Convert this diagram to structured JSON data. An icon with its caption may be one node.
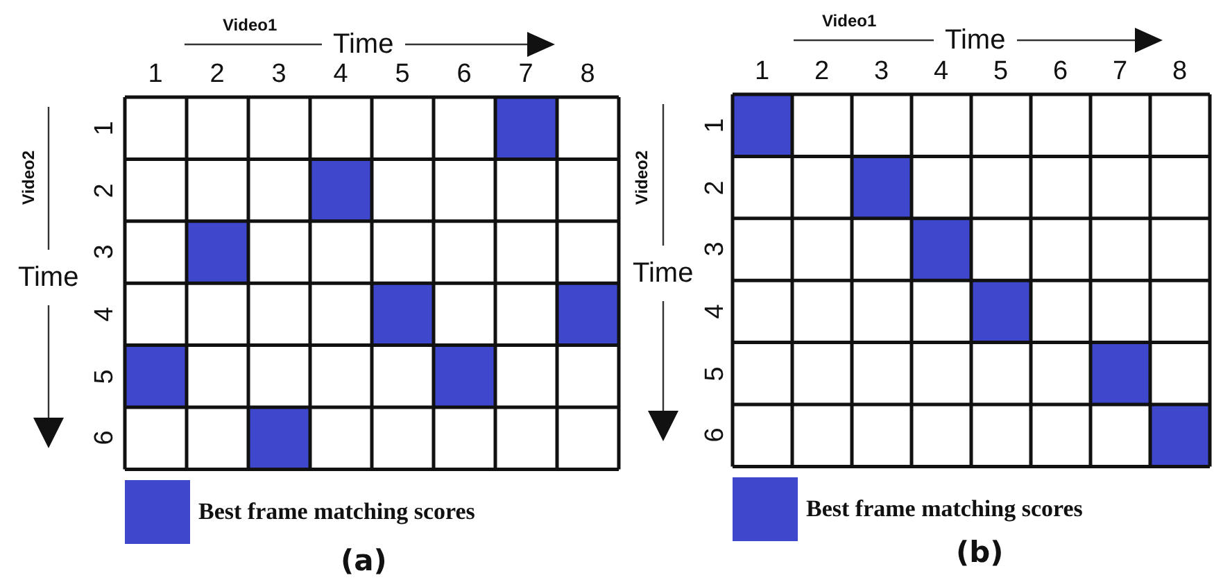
{
  "diagram": {
    "labels": [
      "Video1",
      "Time",
      "1",
      "2",
      "3",
      "4",
      "5",
      "6",
      "7",
      "8",
      "Video2",
      "Time",
      "1",
      "2",
      "3",
      "4",
      "5",
      "6",
      "(a)",
      "Video1",
      "Time",
      "1",
      "2",
      "3",
      "4",
      "5",
      "6",
      "7",
      "8",
      "Video2",
      "Time",
      "1",
      "2",
      "3",
      "4",
      "5",
      "6",
      "(b)"
    ],
    "legend": [
      {
        "text": "Best frame matching scores",
        "color": "#3f48cc"
      },
      {
        "text": "Best frame matching scores",
        "color": "#3f48cc"
      }
    ]
  }
}
